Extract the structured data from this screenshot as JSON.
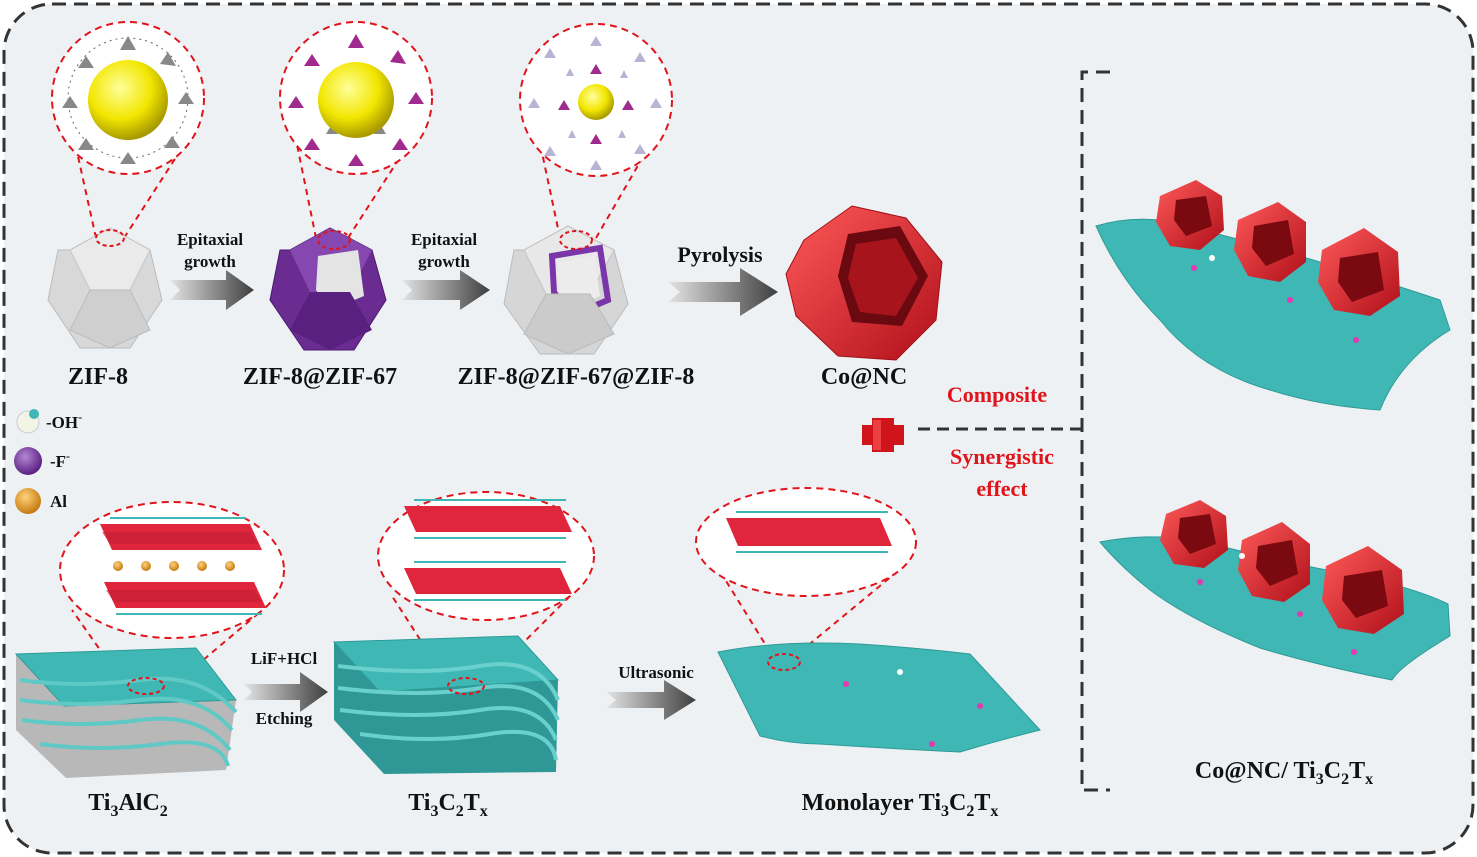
{
  "colors": {
    "background": "#eef1f4",
    "border": "#333333",
    "zif8": "#d6d6d6",
    "zif67": "#6a2c91",
    "co_nc": "#e0262c",
    "mxene": "#3fb8b5",
    "accent_red": "#e0141b",
    "arrow": "#4a4a4a"
  },
  "legend": [
    {
      "symbol": "oh-icon",
      "label": "-OH",
      "sup": "-"
    },
    {
      "symbol": "f-icon",
      "label": "-F",
      "sup": "-"
    },
    {
      "symbol": "al-icon",
      "label": "Al",
      "sup": ""
    }
  ],
  "top_row": {
    "zif8": "ZIF-8",
    "zif8_zif67": "ZIF-8@ZIF-67",
    "zif8_zif67_zif8": "ZIF-8@ZIF-67@ZIF-8",
    "co_nc": "Co@NC",
    "arrow1": [
      "Epitaxial",
      "growth"
    ],
    "arrow2": [
      "Epitaxial",
      "growth"
    ],
    "arrow3": "Pyrolysis"
  },
  "bottom_row": {
    "ti3alc2": {
      "p1": "Ti",
      "s1": "3",
      "p2": "AlC",
      "s2": "2"
    },
    "ti3c2tx": {
      "p1": "Ti",
      "s1": "3",
      "p2": "C",
      "s2": "2",
      "p3": "T",
      "s3": "x"
    },
    "monolayer": {
      "p0": "Monolayer Ti",
      "s1": "3",
      "p2": "C",
      "s2": "2",
      "p3": "T",
      "s3": "x"
    },
    "arrow1_top": "LiF+HCl",
    "arrow1_bottom": "Etching",
    "arrow2": "Ultrasonic"
  },
  "middle": {
    "composite": "Composite",
    "synergistic": [
      "Synergistic",
      "effect"
    ]
  },
  "product": {
    "p0": "Co@NC/ Ti",
    "s1": "3",
    "p2": "C",
    "s2": "2",
    "p3": "T",
    "s3": "x"
  }
}
